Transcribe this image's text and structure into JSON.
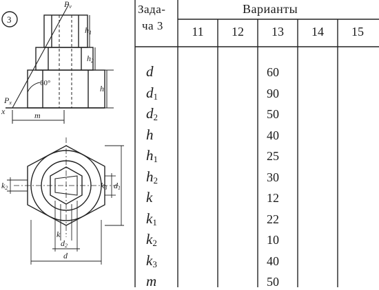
{
  "figure": {
    "number": "3",
    "labels": {
      "P_v": "P",
      "P_v_sub": "v",
      "P_x": "P",
      "P_x_sub": "x",
      "x": "x",
      "angle": "60°",
      "h": "h",
      "h1": "h",
      "h1_sub": "1",
      "h2": "h",
      "h2_sub": "2",
      "m": "m",
      "k": "k",
      "k1": "k",
      "k1_sub": "1",
      "k2": "k",
      "k2_sub": "2",
      "k3": "k",
      "k3_sub": "3",
      "d": "d",
      "d1": "d",
      "d1_sub": "1",
      "d2": "d",
      "d2_sub": "2"
    }
  },
  "table": {
    "task_header_line1": "Зада-",
    "task_header_line2": "ча 3",
    "variants_header": "Варианты",
    "variant_numbers": [
      "11",
      "12",
      "13",
      "14",
      "15"
    ],
    "rows": [
      {
        "param": "d",
        "sub": "",
        "value": "60"
      },
      {
        "param": "d",
        "sub": "1",
        "value": "90"
      },
      {
        "param": "d",
        "sub": "2",
        "value": "50"
      },
      {
        "param": "h",
        "sub": "",
        "value": "40"
      },
      {
        "param": "h",
        "sub": "1",
        "value": "25"
      },
      {
        "param": "h",
        "sub": "2",
        "value": "30"
      },
      {
        "param": "k",
        "sub": "",
        "value": "12"
      },
      {
        "param": "k",
        "sub": "1",
        "value": "22"
      },
      {
        "param": "k",
        "sub": "2",
        "value": "10"
      },
      {
        "param": "k",
        "sub": "3",
        "value": "40"
      },
      {
        "param": "m",
        "sub": "",
        "value": "50"
      }
    ]
  }
}
